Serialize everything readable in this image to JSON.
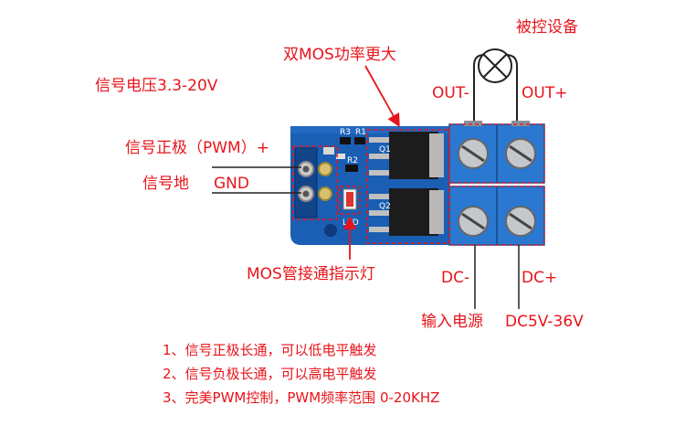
{
  "labels": {
    "device": "被控设备",
    "dual_mos": "双MOS功率更大",
    "out_minus": "OUT-",
    "out_plus": "OUT+",
    "signal_voltage": "信号电压3.3-20V",
    "signal_pos": "信号正极（PWM）+",
    "signal_gnd": "信号地",
    "gnd": "GND",
    "mos_led": "MOS管接通指示灯",
    "dc_minus": "DC-",
    "dc_plus": "DC+",
    "power_in": "输入电源",
    "power_range": "DC5V-36V"
  },
  "board_text": {
    "r3": "R3",
    "r1": "R1",
    "r2": "R2",
    "q1": "Q1",
    "q2": "Q2",
    "led": "LED"
  },
  "notes": [
    "1、信号正极长通，可以低电平触发",
    "2、信号负极长通，可以高电平触发",
    "3、完美PWM控制，PWM频率范围 0-20KHZ"
  ],
  "colors": {
    "label": "#e8141a",
    "pcb": "#1a5fb4",
    "terminal": "#2a78d0"
  }
}
